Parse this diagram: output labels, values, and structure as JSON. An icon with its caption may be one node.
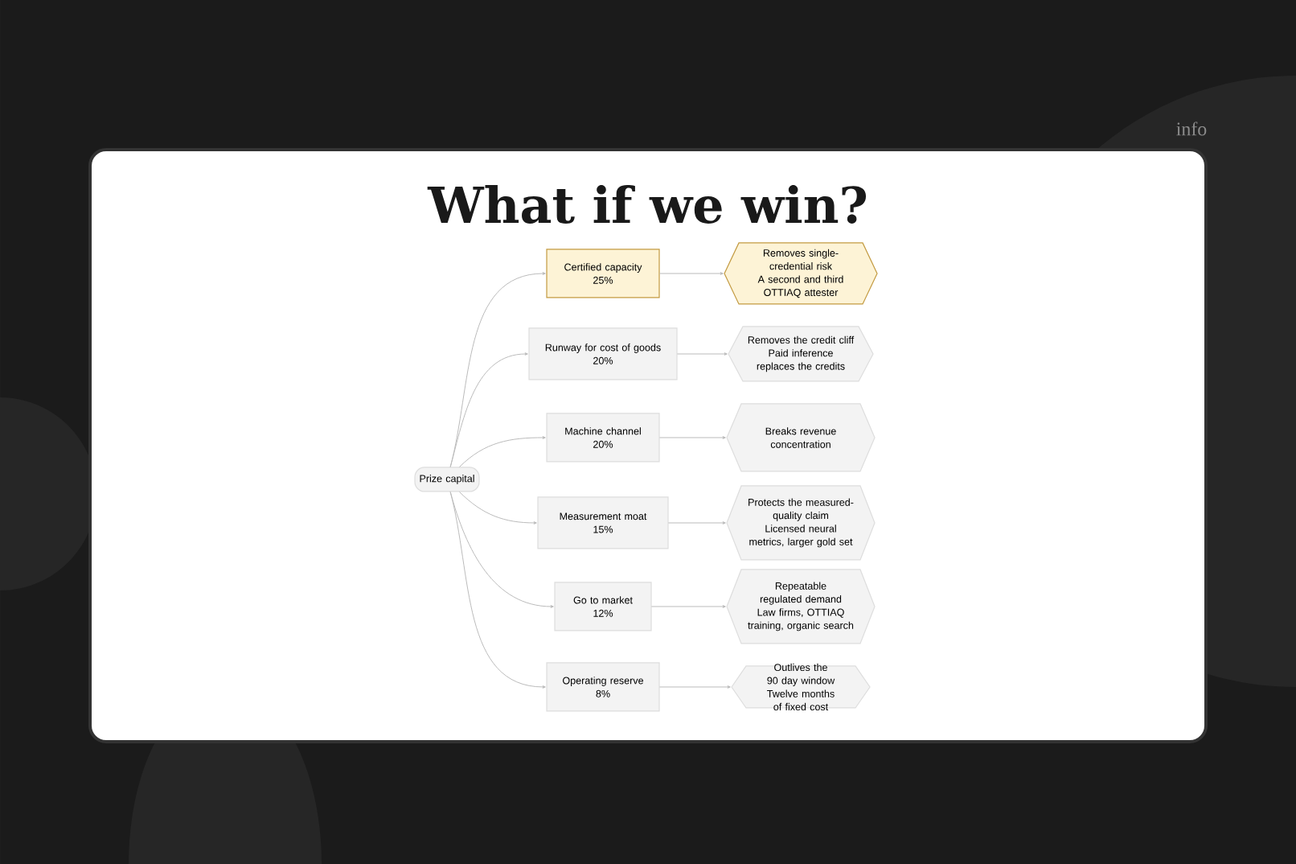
{
  "diagram": {
    "title": "What if we win?",
    "nodes": [
      {
        "text": [
          "Prize capital"
        ]
      },
      {
        "text": [
          "Certified capacity",
          "25%"
        ]
      },
      {
        "text": [
          "Removes single-credential risk",
          "A second and third OTTIAQ attester"
        ]
      },
      {
        "text": [
          "Runway for cost of goods",
          "20%"
        ]
      },
      {
        "text": [
          "Removes the credit cliff",
          "Paid inference replaces the credits"
        ]
      },
      {
        "text": [
          "Machine channel",
          "20%"
        ]
      },
      {
        "text": [
          "Breaks revenue concentration"
        ]
      },
      {
        "text": [
          "Measurement moat",
          "15%"
        ]
      },
      {
        "text": [
          "Protects the measured-quality claim",
          "Licensed neural metrics, larger gold set"
        ]
      },
      {
        "text": [
          "Go to market",
          "12%"
        ]
      },
      {
        "text": [
          "Repeatable regulated demand",
          "Law firms, OTTIAQ training, organic search"
        ]
      },
      {
        "text": [
          "Operating reserve",
          "8%"
        ]
      },
      {
        "text": [
          "Outlives the 90 day window",
          "Twelve months of fixed cost"
        ]
      }
    ],
    "edges": [
      {
        "from": 0,
        "to": 1,
        "arrow": "to"
      },
      {
        "from": 0,
        "to": 3,
        "arrow": "to"
      },
      {
        "from": 0,
        "to": 5,
        "arrow": "to"
      },
      {
        "from": 0,
        "to": 7,
        "arrow": "to"
      },
      {
        "from": 0,
        "to": 9,
        "arrow": "to"
      },
      {
        "from": 0,
        "to": 11,
        "arrow": "to"
      },
      {
        "from": 1,
        "to": 2,
        "arrow": "to"
      },
      {
        "from": 3,
        "to": 4,
        "arrow": "to"
      },
      {
        "from": 5,
        "to": 6,
        "arrow": "to"
      },
      {
        "from": 7,
        "to": 8,
        "arrow": "to"
      },
      {
        "from": 9,
        "to": 10,
        "arrow": "to"
      },
      {
        "from": 11,
        "to": 12,
        "arrow": "to"
      }
    ],
    "labels": [
      "info"
    ]
  }
}
